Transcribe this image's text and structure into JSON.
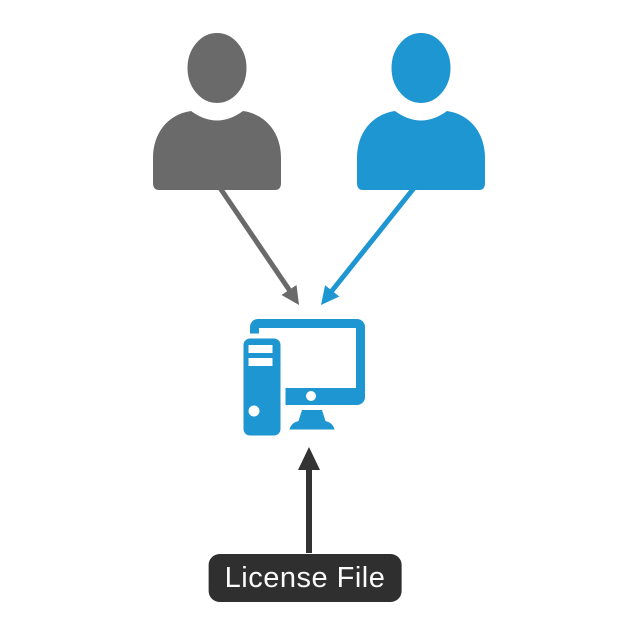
{
  "diagram": {
    "license_label": "License File",
    "colors": {
      "bg": "#ffffff",
      "gray": "#6a6a6a",
      "blue": "#1e96d2",
      "dark": "#333333",
      "label_bg": "#2f2f2f",
      "label_fg": "#fafafa"
    },
    "icons": [
      "user-icon-gray",
      "user-icon-blue",
      "computer-icon",
      "arrow-gray-user-to-computer",
      "arrow-blue-user-to-computer",
      "arrow-license-file-to-computer"
    ]
  }
}
